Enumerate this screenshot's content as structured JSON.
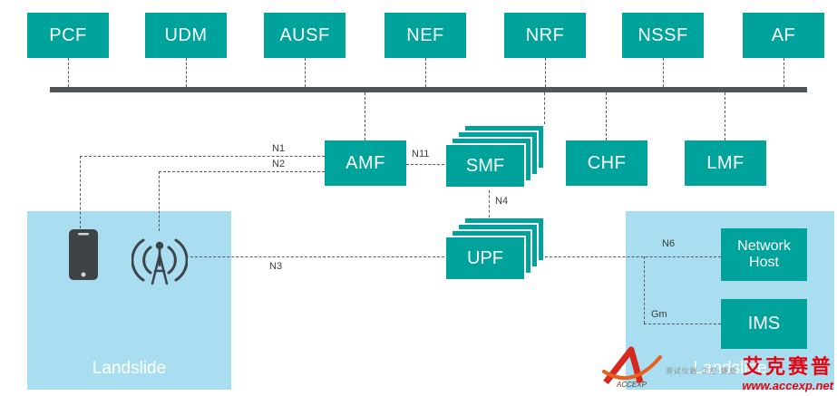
{
  "nf_top": [
    {
      "label": "PCF"
    },
    {
      "label": "UDM"
    },
    {
      "label": "AUSF"
    },
    {
      "label": "NEF"
    },
    {
      "label": "NRF"
    },
    {
      "label": "NSSF"
    },
    {
      "label": "AF"
    }
  ],
  "nf_mid": {
    "amf": "AMF",
    "smf": "SMF",
    "chf": "CHF",
    "lmf": "LMF",
    "upf": "UPF"
  },
  "interfaces": {
    "n1": "N1",
    "n2": "N2",
    "n3": "N3",
    "n4": "N4",
    "n6": "N6",
    "n11": "N11",
    "gm": "Gm"
  },
  "zones": {
    "left_label": "Landslide",
    "right_label": "Landslide",
    "network_host": "Network Host",
    "ims": "IMS"
  },
  "watermark": {
    "brand": "艾克赛普",
    "tagline": "测试仪器·工控·集成",
    "url": "www.accexp.net",
    "logo_text": "ACCEXP"
  },
  "colors": {
    "teal": "#00A39B",
    "light_blue": "#A8DEF0",
    "bus": "#515456",
    "line": "#58595B",
    "red": "#E30613"
  }
}
